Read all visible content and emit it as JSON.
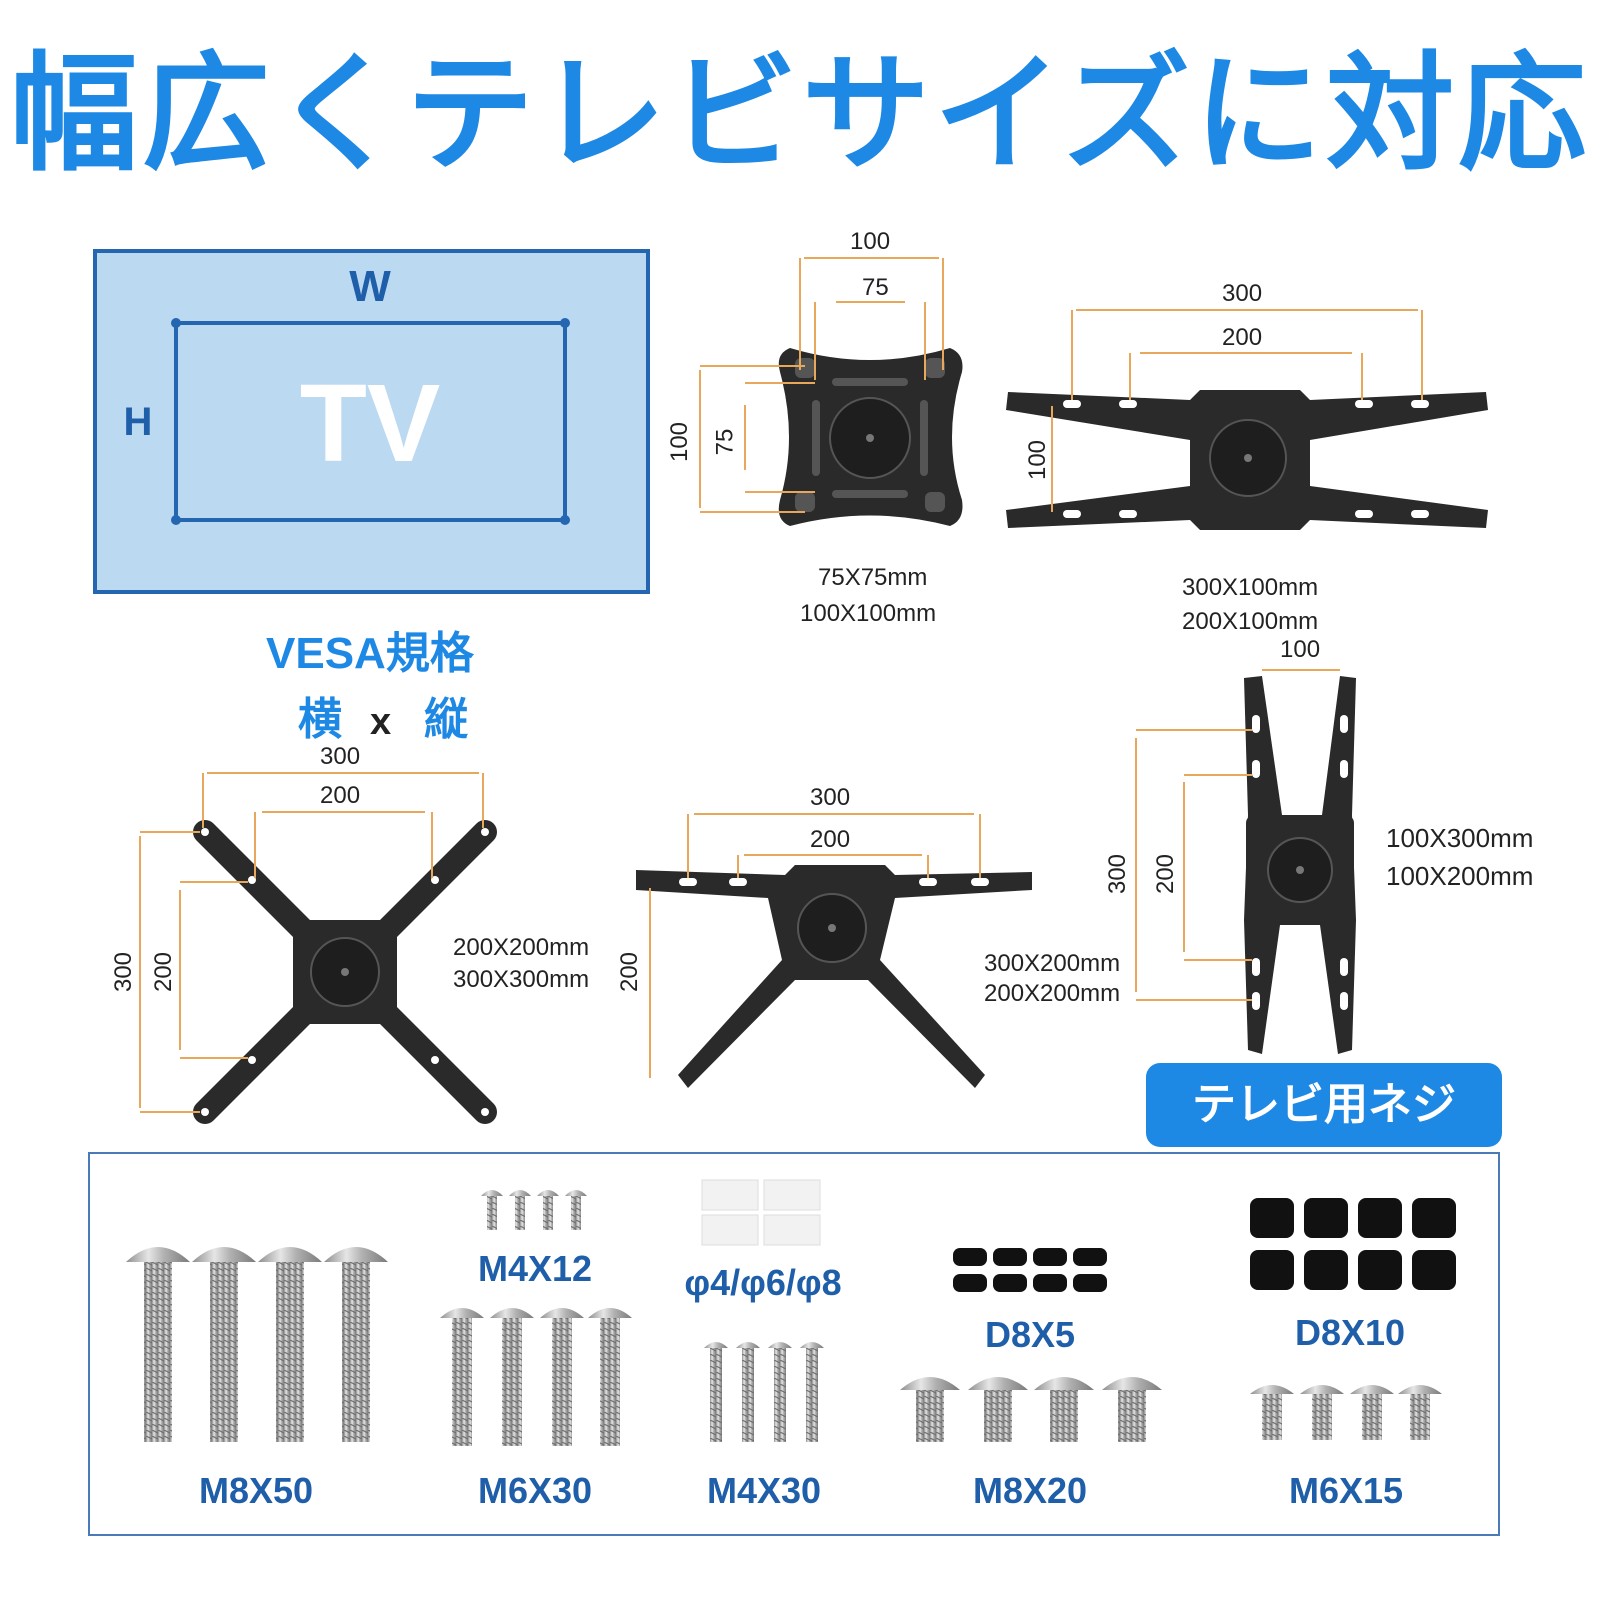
{
  "title": "幅広くテレビサイズに対応",
  "colors": {
    "accent": "#1e88e5",
    "dark_blue": "#1f5ea8",
    "tv_fill": "#bcd9f2",
    "tv_border": "#2466b0",
    "dim_orange": "#e7a85b",
    "bracket": "#2a2a2a"
  },
  "tv": {
    "w_label": "W",
    "h_label": "H",
    "tv_label": "TV"
  },
  "vesa": {
    "title": "VESA規格",
    "horizontal": "横",
    "x": "x",
    "vertical": "縦"
  },
  "bracket1": {
    "top_outer": "100",
    "top_inner": "75",
    "left_outer": "100",
    "left_inner": "75",
    "spec1": "75X75mm",
    "spec2": "100X100mm"
  },
  "bracket2": {
    "top_outer": "300",
    "top_inner": "200",
    "left": "100",
    "spec1": "300X100mm",
    "spec2": "200X100mm"
  },
  "bracket3": {
    "top_outer": "300",
    "top_inner": "200",
    "left_outer": "300",
    "left_inner": "200",
    "spec1": "200X200mm",
    "spec2": "300X300mm"
  },
  "bracket4": {
    "top_outer": "300",
    "top_inner": "200",
    "left": "200",
    "spec1": "300X200mm",
    "spec2": "200X200mm"
  },
  "bracket5": {
    "top": "100",
    "left_outer": "300",
    "left_inner": "200",
    "spec1": "100X300mm",
    "spec2": "100X200mm"
  },
  "screws": {
    "badge": "テレビ用ネジ",
    "m8x50": "M8X50",
    "m4x12": "M4X12",
    "spacer_dia": "φ4/φ6/φ8",
    "d8x5": "D8X5",
    "d8x10": "D8X10",
    "m6x30": "M6X30",
    "m4x30": "M4X30",
    "m8x20": "M8X20",
    "m6x15": "M6X15"
  }
}
